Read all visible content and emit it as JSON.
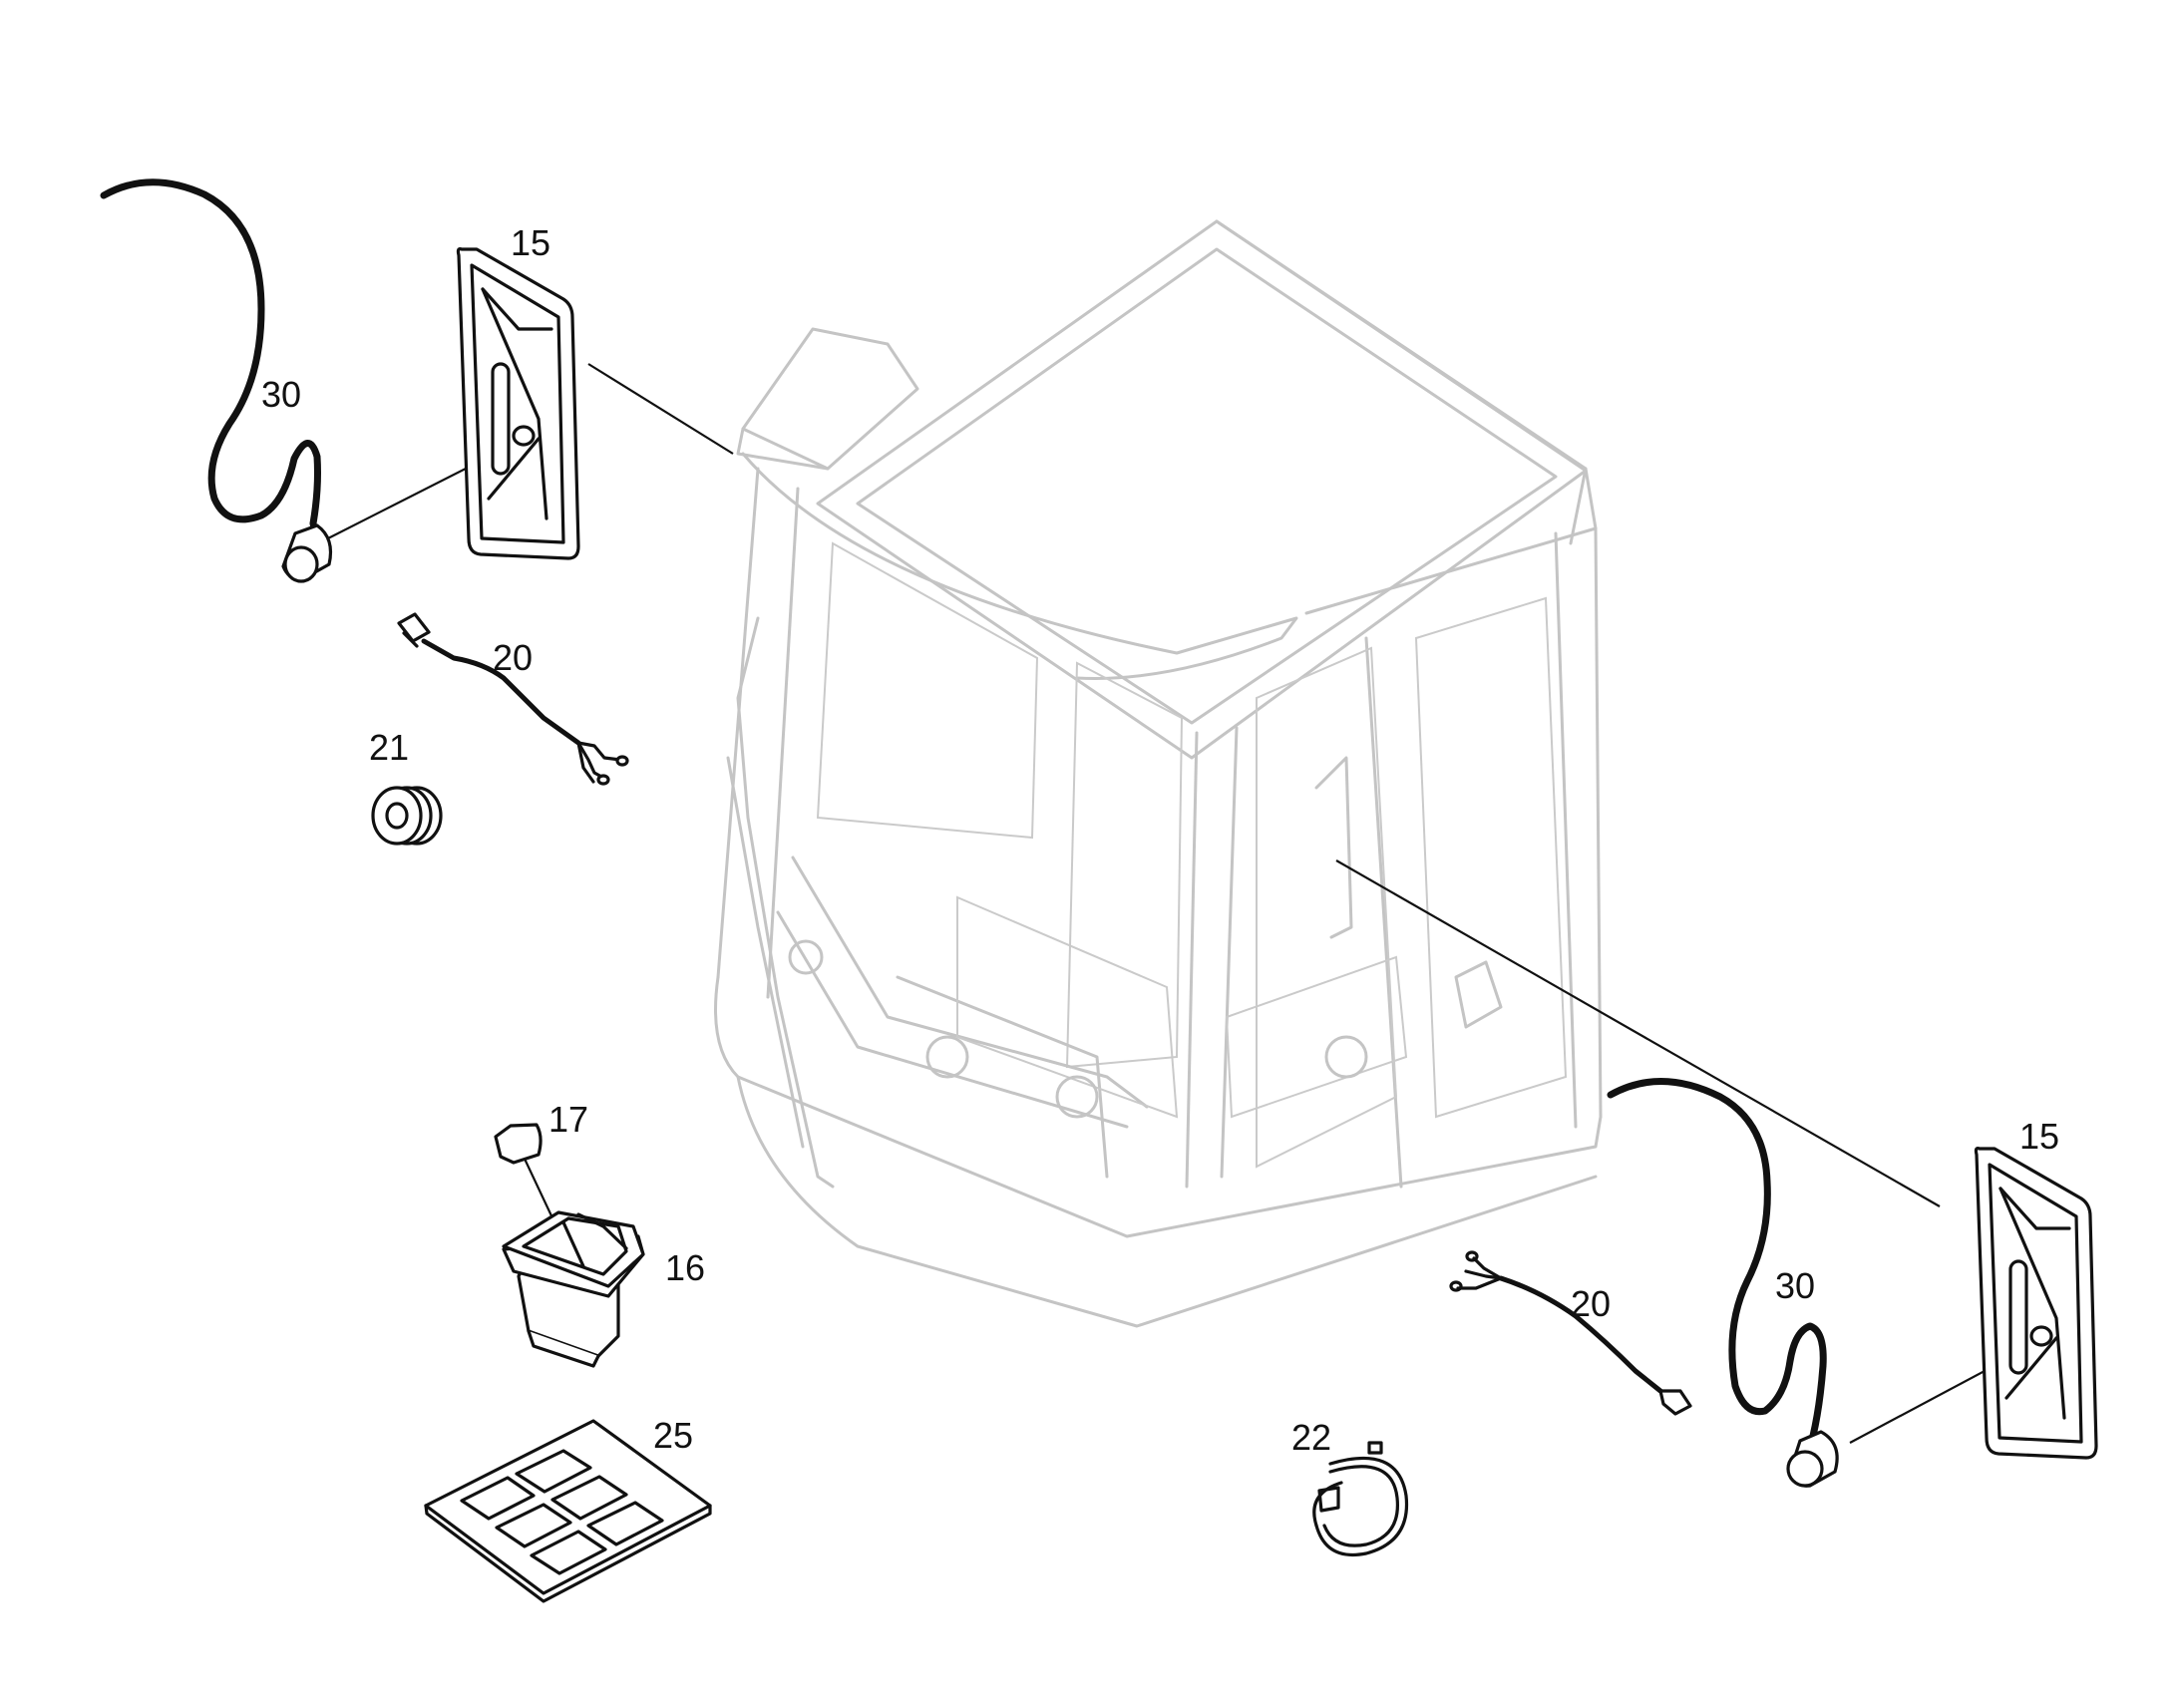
{
  "callouts": {
    "c15_left": "15",
    "c30_left": "30",
    "c20_left": "20",
    "c21": "21",
    "c17": "17",
    "c16": "16",
    "c25": "25",
    "c22": "22",
    "c20_right": "20",
    "c30_right": "30",
    "c15_right": "15"
  },
  "colors": {
    "line_art": "#111111",
    "cab_ghost": "#c4c4c4",
    "background": "#ffffff"
  }
}
